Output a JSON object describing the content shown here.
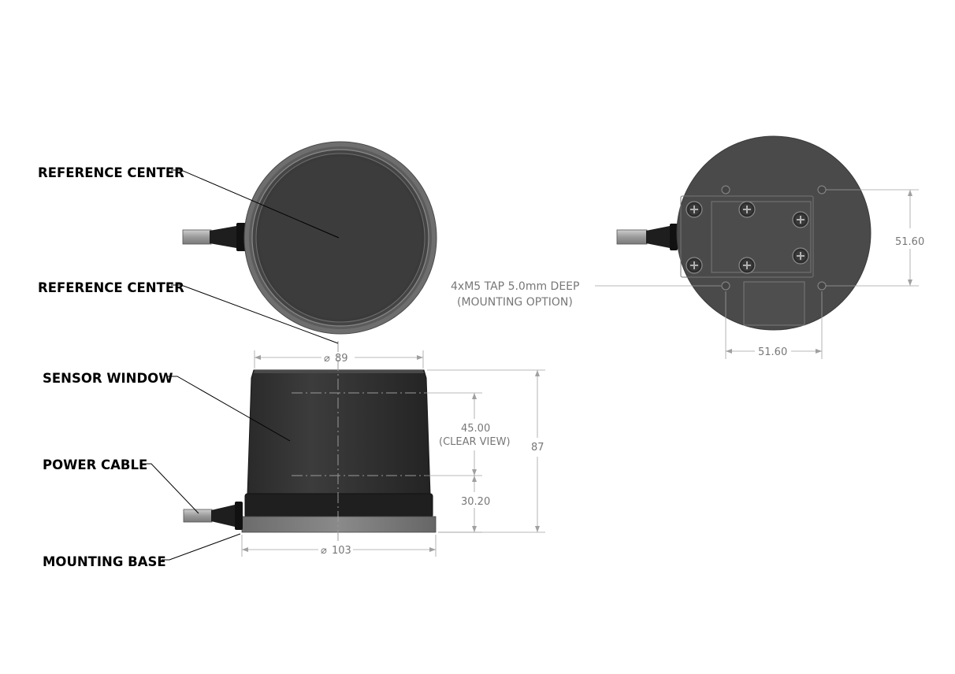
{
  "callouts": {
    "reference_center_top": "REFERENCE CENTER",
    "reference_center_side": "REFERENCE CENTER",
    "sensor_window": "SENSOR WINDOW",
    "power_cable": "POWER CABLE",
    "mounting_base": "MOUNTING BASE"
  },
  "dimensions": {
    "top_diameter": "89",
    "base_diameter": "103",
    "overall_height": "87",
    "clear_view_height": "45.00",
    "clear_view_label": "(CLEAR VIEW)",
    "base_height": "30.20",
    "hole_spacing_vertical": "51.60",
    "hole_spacing_horizontal": "51.60"
  },
  "notes": {
    "tap_line1": "4xM5 TAP 5.0mm DEEP",
    "tap_line2": "(MOUNTING OPTION)"
  },
  "symbols": {
    "diameter": "⌀"
  },
  "colors": {
    "body_dark": "#3b3b3b",
    "rim_gray": "#7a7a7a",
    "cable_gray": "#a9a9a9",
    "dimension_gray": "#a0a0a0"
  }
}
